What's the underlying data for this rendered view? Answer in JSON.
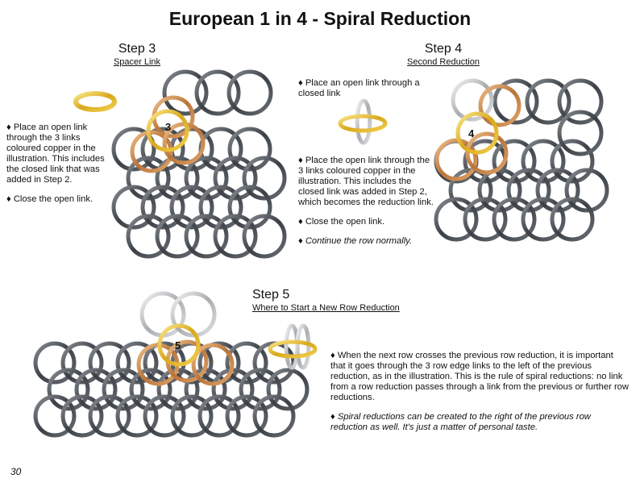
{
  "page": {
    "title": "European 1 in 4 - Spiral Reduction",
    "page_number": "30"
  },
  "step3": {
    "heading": "Step 3",
    "subheading": "Spacer Link",
    "marker": "3",
    "instructions": [
      "♦ Place an open link through the 3 links coloured copper in the illustration. This includes the closed link that was added in Step 2.",
      "♦ Close the open link."
    ]
  },
  "step4": {
    "heading": "Step 4",
    "subheading": "Second Reduction",
    "marker": "4",
    "instructions": [
      "♦ Place an open link through a closed link",
      "♦ Place the open link through the 3 links coloured copper in the illustration. This includes the closed link was added in Step 2, which becomes the reduction link.",
      "♦ Close the open link.",
      "♦ Continue the row normally."
    ]
  },
  "step5": {
    "heading": "Step 5",
    "subheading": "Where to Start a New Row Reduction",
    "marker": "5",
    "instructions": [
      "♦ When the next row crosses the previous row reduction, it is important that it goes through the 3 row edge links to the left of the previous reduction, as in the illustration.  This is the rule of spiral reductions: no link from a row reduction passes through a link from the previous or further row reductions.",
      "♦ Spiral reductions can be created to the right of the previous row reduction as well. It's just a matter of personal taste."
    ]
  },
  "colors": {
    "steel": "#4a4f55",
    "copper": "#c98a4a",
    "gold": "#e2bd2a",
    "silver": "#b9bcc0"
  }
}
